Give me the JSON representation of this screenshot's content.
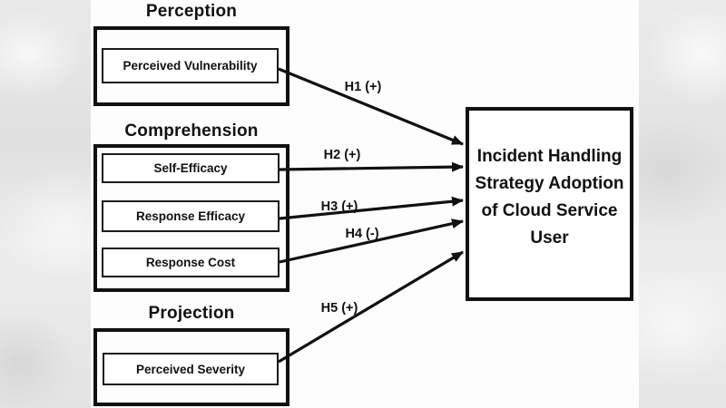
{
  "groups": [
    {
      "title": "Perception",
      "items": [
        "Perceived Vulnerability"
      ]
    },
    {
      "title": "Comprehension",
      "items": [
        "Self-Efficacy",
        "Response Efficacy",
        "Response Cost"
      ]
    },
    {
      "title": "Projection",
      "items": [
        "Perceived Severity"
      ]
    }
  ],
  "outcome": {
    "label": "Incident Handling Strategy Adoption of Cloud Service User",
    "lines": [
      "Incident Handling",
      "Strategy Adoption",
      "of Cloud Service",
      "User"
    ]
  },
  "hypotheses": [
    {
      "label": "H1 (+)",
      "sign": "+",
      "from": "Perceived Vulnerability",
      "to": "Incident Handling Strategy Adoption of Cloud Service User"
    },
    {
      "label": "H2 (+)",
      "sign": "+",
      "from": "Self-Efficacy",
      "to": "Incident Handling Strategy Adoption of Cloud Service User"
    },
    {
      "label": "H3 (+)",
      "sign": "+",
      "from": "Response Efficacy",
      "to": "Incident Handling Strategy Adoption of Cloud Service User"
    },
    {
      "label": "H4 (-)",
      "sign": "-",
      "from": "Response Cost",
      "to": "Incident Handling Strategy Adoption of Cloud Service User"
    },
    {
      "label": "H5 (+)",
      "sign": "+",
      "from": "Perceived Severity",
      "to": "Incident Handling Strategy Adoption of Cloud Service User"
    }
  ],
  "colors": {
    "diagram_line": "#111111",
    "box_fill": "#ffffff",
    "panel_bg": "#fdfdfd",
    "canvas_bg": "#e7e7e7",
    "text": "#111111"
  }
}
